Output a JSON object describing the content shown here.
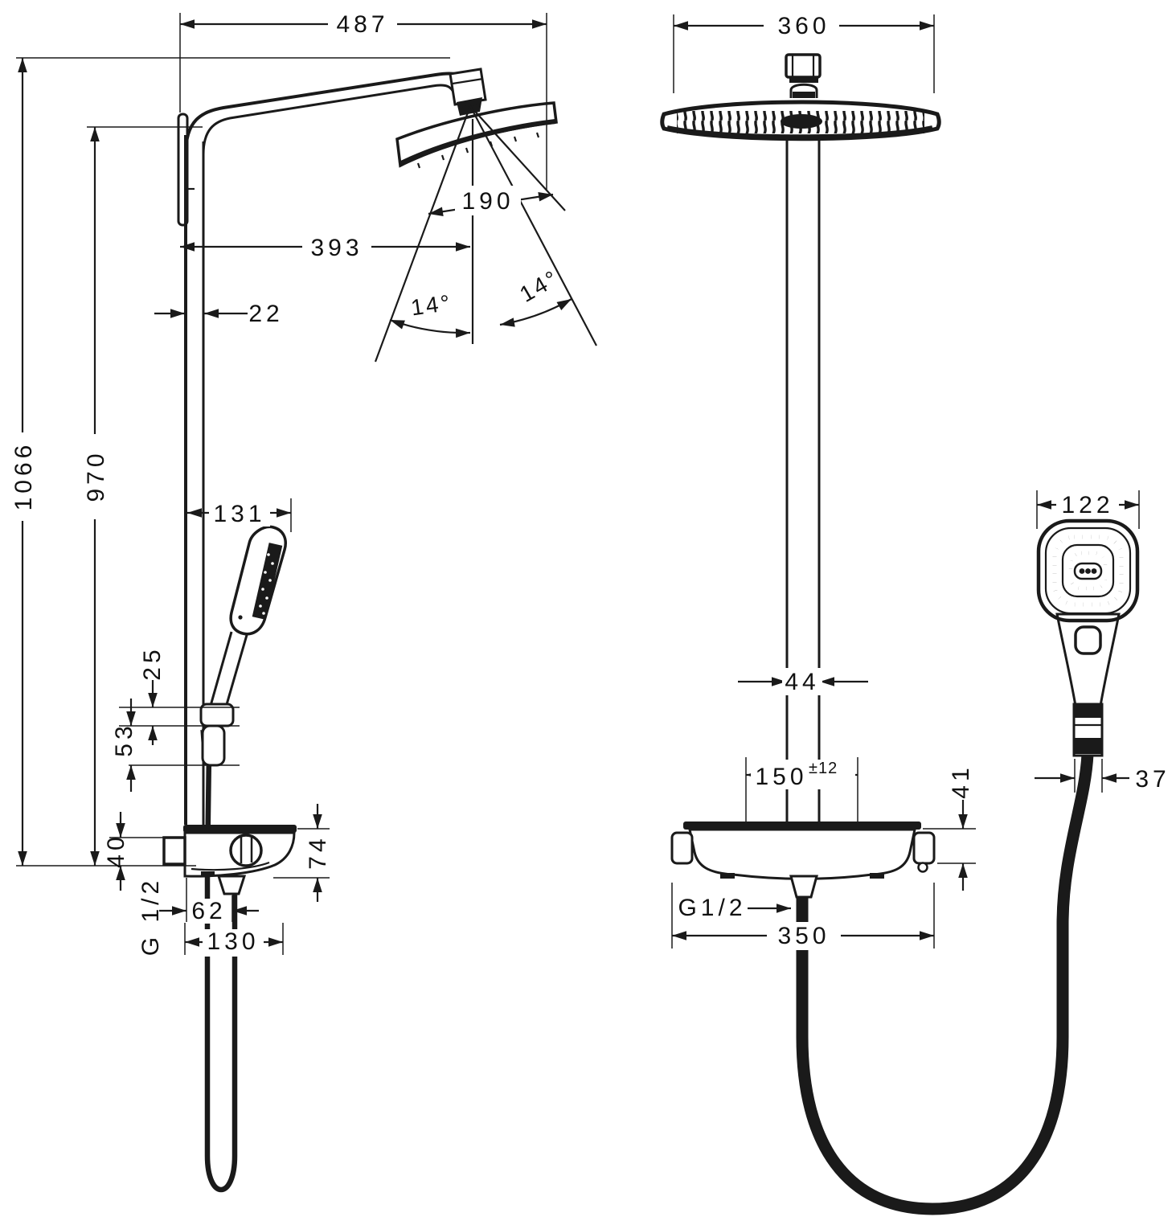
{
  "colors": {
    "ink": "#1a1a1a",
    "paper": "#ffffff"
  },
  "side": {
    "dims": {
      "overall_width": "487",
      "projection": "393",
      "head_width": "190",
      "bar_depth": "22",
      "tilt_left": "14°",
      "tilt_right": "14°",
      "total_height": "1066",
      "bar_height": "970",
      "handshower_clearance": "131",
      "holder_slide": "25",
      "holder_height": "53",
      "valve_top_offset": "40",
      "valve_height": "74",
      "outlet_offset": "62",
      "thread": "G 1/2",
      "valve_width": "130"
    }
  },
  "front": {
    "dims": {
      "head_width": "360",
      "handshower_width": "122",
      "bar_width": "44",
      "connection_base": "150",
      "connection_tol": "±12",
      "union_height": "41",
      "hose_nut": "37",
      "thread": "G1/2",
      "valve_width": "350"
    }
  }
}
